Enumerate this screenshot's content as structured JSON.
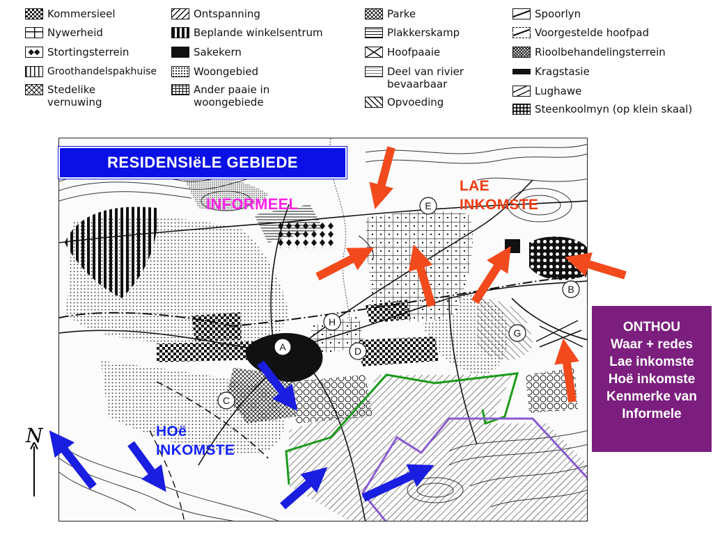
{
  "legend": [
    {
      "id": "kommersieel",
      "label": "Kommersieel",
      "icon": "checker-pattern-icon"
    },
    {
      "id": "nywerheid",
      "label": "Nywerheid",
      "icon": "boxed-square-pattern-icon"
    },
    {
      "id": "stortingsterrein",
      "label": "Stortingsterrein",
      "icon": "diamond-pattern-icon"
    },
    {
      "id": "groothandelspakhuise",
      "label": "Groothandelspakhuise",
      "icon": "vertical-stripe-pattern-icon"
    },
    {
      "id": "stedelike_vernuwing",
      "label": "Stedelike\nvernuwing",
      "icon": "cross-hatch-pattern-icon"
    },
    {
      "id": "ontspanning",
      "label": "Ontspanning",
      "icon": "diagonal-hatch-pattern-icon"
    },
    {
      "id": "beplande_winkelsentrum",
      "label": "Beplande winkelsentrum",
      "icon": "thick-bars-pattern-icon"
    },
    {
      "id": "sakekern",
      "label": "Sakekern",
      "icon": "solid-black-icon"
    },
    {
      "id": "woongebied",
      "label": "Woongebied",
      "icon": "dot-pattern-icon"
    },
    {
      "id": "ander_paaie",
      "label": "Ander paaie in\nwoongebiede",
      "icon": "dashed-grid-pattern-icon"
    },
    {
      "id": "parke",
      "label": "Parke",
      "icon": "tree-pattern-icon"
    },
    {
      "id": "plakkerskamp",
      "label": "Plakkerskamp",
      "icon": "horizontal-lines-pattern-icon"
    },
    {
      "id": "hoofpaaie",
      "label": "Hoofpaaie",
      "icon": "x-lines-icon"
    },
    {
      "id": "rivier",
      "label": "Deel van rivier\nbevaarbaar",
      "icon": "wavy-lines-icon"
    },
    {
      "id": "opvoeding",
      "label": "Opvoeding",
      "icon": "back-diagonal-hatch-icon"
    },
    {
      "id": "spoorlyn",
      "label": "Spoorlyn",
      "icon": "railway-line-icon"
    },
    {
      "id": "voorgestelde_hoofpad",
      "label": "Voorgestelde hoofpad",
      "icon": "dashed-road-icon"
    },
    {
      "id": "rioolbehandeling",
      "label": "Rioolbehandelingsterrein",
      "icon": "zigzag-pattern-icon"
    },
    {
      "id": "kragstasie",
      "label": "Kragstasie",
      "icon": "black-bar-icon"
    },
    {
      "id": "lughawe",
      "label": "Lughawe",
      "icon": "runway-icon"
    },
    {
      "id": "steenkoolmyn",
      "label": "Steenkoolmyn (op klein skaal)",
      "icon": "circle-pattern-icon"
    }
  ],
  "map": {
    "title": "RESIDENSIëLE GEBIEDE",
    "labels": {
      "informeel": "INFORMEEL",
      "lae_inkomste": "LAE\nINKOMSTE",
      "hoe_inkomste": "HOë\nINKOMSTE"
    },
    "points": [
      "A",
      "B",
      "C",
      "D",
      "E",
      "G",
      "H"
    ],
    "colors": {
      "title_bg": "#0a10e6",
      "informeel": "#ff21e6",
      "lae": "#f03a10",
      "hoe": "#1322ff",
      "arrow_red": "#f24a1c",
      "arrow_blue": "#1a1ee0",
      "outline_green": "#1a9a1a",
      "outline_purple": "#8a5ad0"
    }
  },
  "info_box": {
    "lines": [
      "ONTHOU",
      "Waar + redes",
      "Lae inkomste",
      "Hoë inkomste",
      "Kenmerke van",
      "Informele"
    ],
    "color": "#7b1e7e"
  },
  "north_symbol": "N"
}
